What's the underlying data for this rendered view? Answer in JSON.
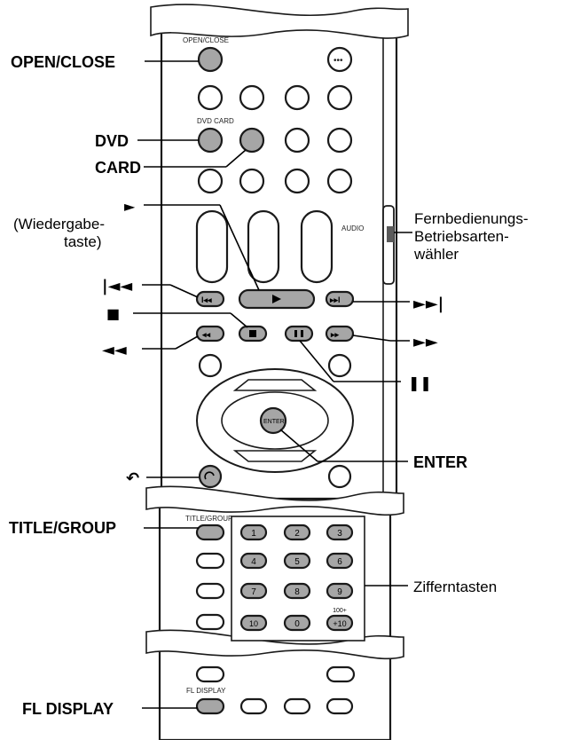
{
  "remote": {
    "labels": {
      "open_close": "OPEN/CLOSE",
      "dvd": "DVD",
      "card": "CARD",
      "play_symbol": "►",
      "play_desc_line1": "(Wiedergabe-",
      "play_desc_line2": "taste)",
      "prev": "|◄◄",
      "stop": "■",
      "rewind": "◄◄",
      "return_symbol": "↶",
      "title_group": "TITLE/GROUP",
      "fl_display": "FL DISPLAY",
      "mode_line1": "Fernbedienungs-",
      "mode_line2": "Betriebsarten-",
      "mode_line3": "wähler",
      "next": "►►|",
      "fast_forward": "►►",
      "pause": "❚❚",
      "enter": "ENTER",
      "numeric": "Zifferntasten"
    },
    "printed": {
      "open_close": "OPEN/CLOSE",
      "dvd_card": "DVD CARD",
      "audio": "AUDIO",
      "enter": "ENTER",
      "title_group": "TITLE/GROUP",
      "fl_display": "FL DISPLAY",
      "hundred_plus": "100+"
    },
    "keypad": [
      "1",
      "2",
      "3",
      "4",
      "5",
      "6",
      "7",
      "8",
      "9",
      "10",
      "0",
      "+10"
    ]
  }
}
